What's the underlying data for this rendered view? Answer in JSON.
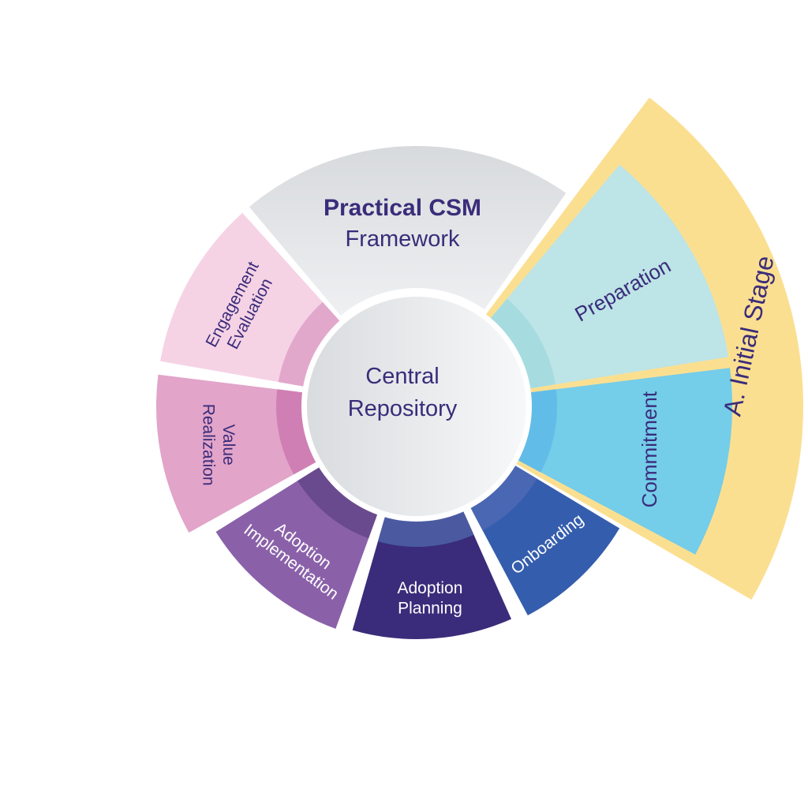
{
  "title": {
    "line1": "Practical CSM",
    "line2": "Framework"
  },
  "center": {
    "line1": "Central",
    "line2": "Repository"
  },
  "stage": {
    "label": "A. Initial Stage",
    "color": "#FBDF91"
  },
  "colors": {
    "text_dark": "#3A2C7A",
    "text_light": "#FFFFFF",
    "framework_bg": "#DCDFE2",
    "center_bg": "#E6E8EA"
  },
  "segments": [
    {
      "id": "preparation",
      "lines": [
        "Preparation"
      ],
      "color": "#BDE4E6",
      "inner_color": "#A6DCE0",
      "text_color": "#3A2C7A",
      "stage": "A. Initial Stage"
    },
    {
      "id": "commitment",
      "lines": [
        "Commitment"
      ],
      "color": "#74CDE9",
      "inner_color": "#62BCE8",
      "text_color": "#3A2C7A",
      "stage": "A. Initial Stage"
    },
    {
      "id": "onboarding",
      "lines": [
        "Onboarding"
      ],
      "color": "#355DAD",
      "inner_color": "#4A67B3",
      "text_color": "#FFFFFF"
    },
    {
      "id": "adoption-planning",
      "lines": [
        "Adoption",
        "Planning"
      ],
      "color": "#3A2C7A",
      "inner_color": "#4B5AA0",
      "text_color": "#FFFFFF"
    },
    {
      "id": "adoption-implementation",
      "lines": [
        "Adoption",
        "Implementation"
      ],
      "color": "#8A61A9",
      "inner_color": "#6A4A8E",
      "text_color": "#FFFFFF"
    },
    {
      "id": "value-realization",
      "lines": [
        "Value",
        "Realization"
      ],
      "color": "#E2A4C9",
      "inner_color": "#D07FB5",
      "text_color": "#3A2C7A"
    },
    {
      "id": "engagement-evaluation",
      "lines": [
        "Engagement",
        "Evaluation"
      ],
      "color": "#F5D3E5",
      "inner_color": "#E2A8CC",
      "text_color": "#3A2C7A"
    }
  ]
}
